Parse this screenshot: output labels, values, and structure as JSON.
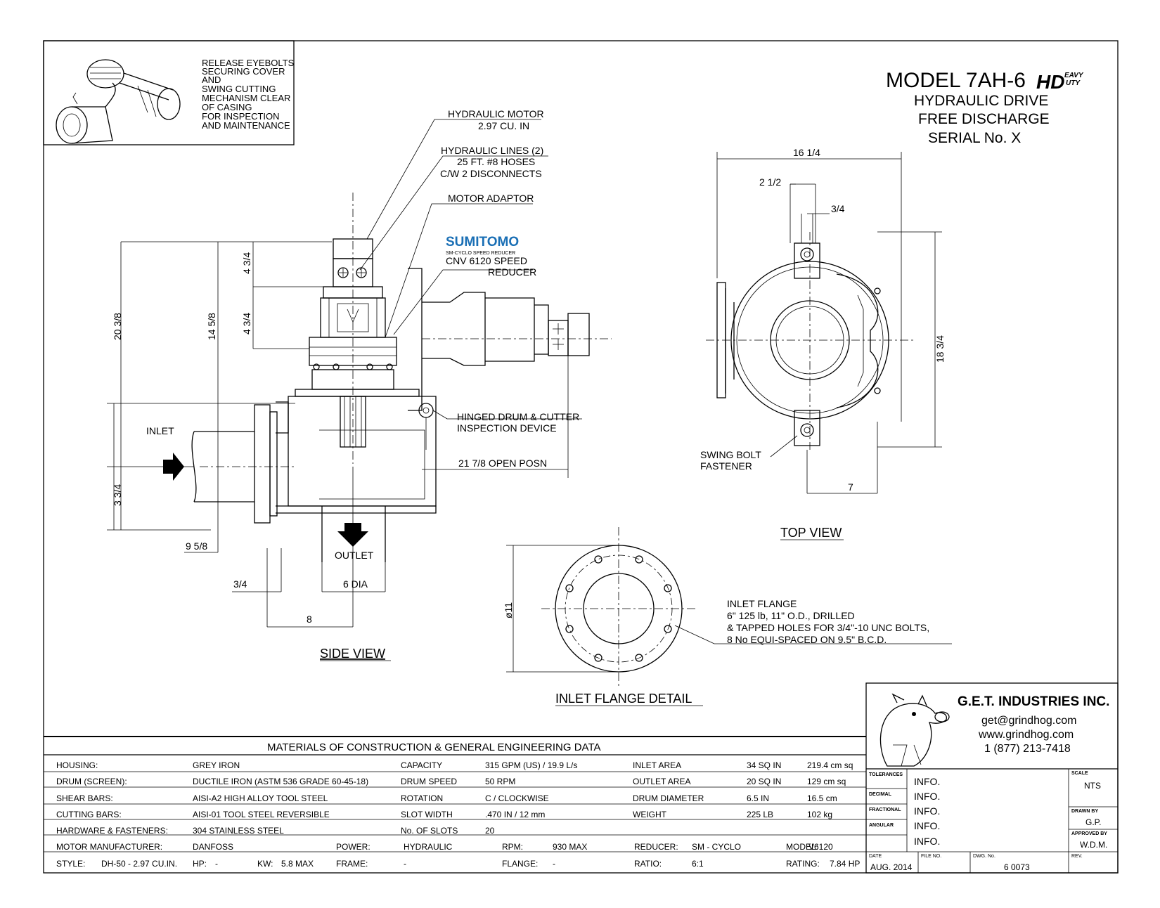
{
  "title": {
    "model": "MODEL 7AH-6",
    "logo_eavy": "EAVY",
    "logo_uty": "UTY",
    "line1": "HYDRAULIC DRIVE",
    "line2": "FREE DISCHARGE",
    "line3": "SERIAL No. X"
  },
  "note_box": [
    "RELEASE EYEBOLTS",
    "SECURING COVER",
    "AND",
    "SWING CUTTING",
    "MECHANISM CLEAR",
    "OF CASING",
    "FOR INSPECTION",
    "AND MAINTENANCE"
  ],
  "callouts": {
    "hyd_motor_1": "HYDRAULIC MOTOR",
    "hyd_motor_2": "2.97 CU. IN",
    "hyd_lines_1": "HYDRAULIC LINES (2)",
    "hyd_lines_2": "25 FT. #8 HOSES",
    "hyd_lines_3": "C/W 2 DISCONNECTS",
    "motor_adaptor": "MOTOR ADAPTOR",
    "sumitomo": "SUMITOMO",
    "sumitomo_sub": "SM-CYCLO SPEED REDUCER",
    "reducer_1": "CNV 6120 SPEED",
    "reducer_2": "REDUCER",
    "hinged_1": "HINGED DRUM & CUTTER",
    "hinged_2": "INSPECTION DEVICE",
    "open_posn": "21 7/8 OPEN POSN",
    "inlet": "INLET",
    "outlet": "OUTLET",
    "swing_1": "SWING BOLT",
    "swing_2": "FASTENER",
    "flange_1": "INLET FLANGE",
    "flange_2": "6\" 125 lb, 11\" O.D., DRILLED",
    "flange_3": "& TAPPED HOLES FOR 3/4\"-10 UNC BOLTS,",
    "flange_4": "8 No EQUI-SPACED ON 9.5\" B.C.D."
  },
  "dims": {
    "d_20_3_8": "20 3/8",
    "d_14_5_8": "14 5/8",
    "d_4_3_4_a": "4 3/4",
    "d_4_3_4_b": "4 3/4",
    "d_3_3_4": "3 3/4",
    "d_9_5_8": "9 5/8",
    "d_3_4_side": "3/4",
    "d_6_dia": "6 DIA",
    "d_8": "8",
    "d_16_1_4": "16 1/4",
    "d_2_1_2": "2 1/2",
    "d_3_4_top": "3/4",
    "d_18_3_4": "18 3/4",
    "d_7": "7",
    "d_11": "ø11"
  },
  "views": {
    "side": "SIDE VIEW",
    "top": "TOP VIEW",
    "flange": "INLET FLANGE DETAIL"
  },
  "materials": {
    "heading": "MATERIALS OF CONSTRUCTION & GENERAL ENGINEERING DATA",
    "rows": [
      [
        "HOUSING:",
        "GREY IRON",
        "CAPACITY",
        "315 GPM (US) / 19.9 L/s",
        "INLET AREA",
        "34 SQ IN",
        "219.4 cm sq"
      ],
      [
        "DRUM (SCREEN):",
        "DUCTILE IRON (ASTM 536 GRADE 60-45-18)",
        "DRUM SPEED",
        "50 RPM",
        "OUTLET AREA",
        "20 SQ IN",
        "129 cm sq"
      ],
      [
        "SHEAR BARS:",
        "AISI-A2 HIGH ALLOY TOOL STEEL",
        "ROTATION",
        "C / CLOCKWISE",
        "DRUM DIAMETER",
        "6.5 IN",
        "16.5 cm"
      ],
      [
        "CUTTING BARS:",
        "AISI-01 TOOL STEEL REVERSIBLE",
        "SLOT WIDTH",
        ".470 IN / 12 mm",
        "WEIGHT",
        "225 LB",
        "102 kg"
      ],
      [
        "HARDWARE & FASTENERS:",
        "304 STAINLESS STEEL",
        "No. OF SLOTS",
        "20",
        "",
        "",
        ""
      ]
    ],
    "motor_row": [
      "MOTOR MANUFACTURER:",
      "DANFOSS",
      "POWER:",
      "HYDRAULIC",
      "RPM:",
      "930 MAX",
      "REDUCER:",
      "SM - CYCLO",
      "MODEL:",
      "V6120"
    ],
    "style_row": [
      "STYLE:",
      "DH-50 - 2.97 CU.IN.",
      "HP:",
      "-",
      "KW:",
      "5.8 MAX",
      "FRAME:",
      "-",
      "FLANGE:",
      "-",
      "RATIO:",
      "6:1",
      "RATING:",
      "7.84 HP"
    ]
  },
  "company": {
    "name": "G.E.T. INDUSTRIES INC.",
    "email": "get@grindhog.com",
    "web": "www.grindhog.com",
    "phone": "1 (877) 213-7418"
  },
  "tblock": {
    "tol": "TOLERANCES",
    "dec": "DECIMAL",
    "frac": "FRACTIONAL",
    "ang": "ANGULAR",
    "info": [
      "INFO.",
      "INFO.",
      "INFO.",
      "INFO.",
      "INFO."
    ],
    "scale_lbl": "SCALE",
    "scale": "NTS",
    "drawn_lbl": "DRAWN BY",
    "drawn": "G.P.",
    "appr_lbl": "APPROVED BY",
    "appr": "W.D.M.",
    "date_lbl": "DATE",
    "date": "AUG. 2014",
    "file_lbl": "FILE NO.",
    "dwg_lbl": "DWG. No.",
    "dwg": "6 0073",
    "rev_lbl": "REV."
  }
}
